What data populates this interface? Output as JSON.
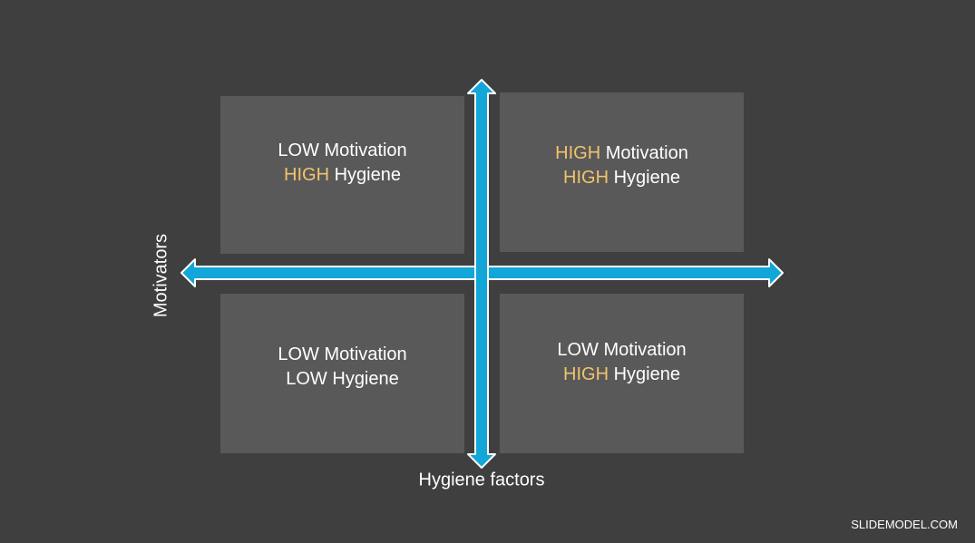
{
  "colors": {
    "background": "#3f3f3f",
    "quadrant_fill": "#595959",
    "arrow_fill": "#12a6d9",
    "arrow_outline": "#ffffff",
    "text": "#ffffff",
    "highlight": "#f2c36b"
  },
  "axes": {
    "y_label": "Motivators",
    "x_label": "Hygiene factors"
  },
  "quadrants": {
    "top_left": {
      "line1": {
        "level": "LOW",
        "level_highlighted": false,
        "rest": " Motivation"
      },
      "line2": {
        "level": "HIGH",
        "level_highlighted": true,
        "rest": " Hygiene"
      }
    },
    "top_right": {
      "line1": {
        "level": "HIGH",
        "level_highlighted": true,
        "rest": " Motivation"
      },
      "line2": {
        "level": "HIGH",
        "level_highlighted": true,
        "rest": " Hygiene"
      }
    },
    "bottom_left": {
      "line1": {
        "level": "LOW",
        "level_highlighted": false,
        "rest": " Motivation"
      },
      "line2": {
        "level": "LOW",
        "level_highlighted": false,
        "rest": " Hygiene"
      }
    },
    "bottom_right": {
      "line1": {
        "level": "LOW",
        "level_highlighted": false,
        "rest": " Motivation"
      },
      "line2": {
        "level": "HIGH",
        "level_highlighted": true,
        "rest": " Hygiene"
      }
    }
  },
  "brand": "SLIDEMODEL.COM"
}
